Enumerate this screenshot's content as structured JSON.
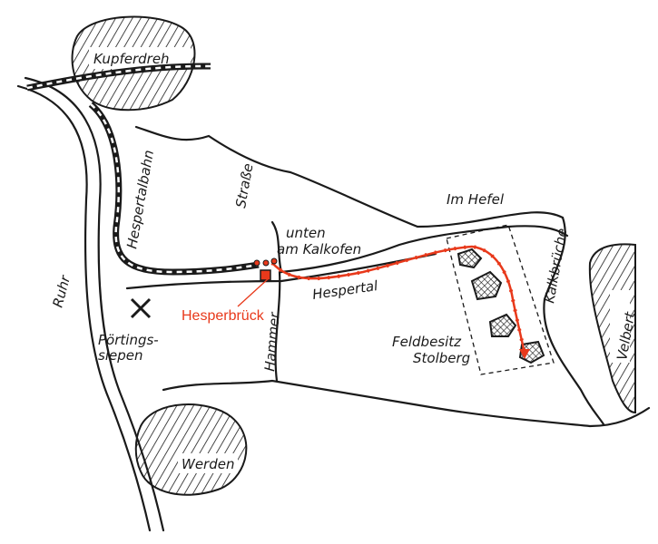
{
  "labels": {
    "kupferdreh": "Kupferdreh",
    "hespertalbahn": "Hespertalbahn",
    "strasse": "Straße",
    "im_hefel": "Im Hefel",
    "unten": "unten",
    "am_kalkofen": "am Kalkofen",
    "kalkbrueche": "Kalkbrüche",
    "velbert": "Velbert",
    "ruhr": "Ruhr",
    "hesperbrueck": "Hesperbrück",
    "hespertal": "Hespertal",
    "poertings": "Pörtings-",
    "siepen": "siepen",
    "hammer": "Hammer",
    "feldbesitz": "Feldbesitz",
    "stolberg": "Stolberg",
    "werden": "Werden"
  },
  "colors": {
    "route": "#e8391b",
    "ink": "#1a1a1a"
  }
}
